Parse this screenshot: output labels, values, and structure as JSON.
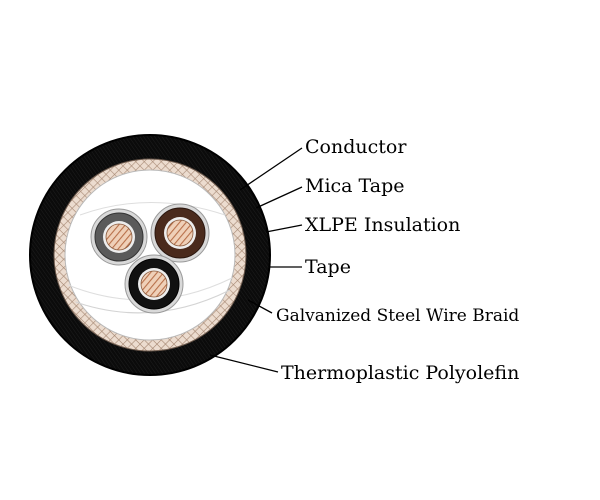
{
  "diagram": {
    "labels": {
      "conductor": "Conductor",
      "mica_tape": "Mica Tape",
      "xlpe_insulation": "XLPE Insulation",
      "tape": "Tape",
      "braid": "Galvanized Steel Wire Braid",
      "sheath": "Thermoplastic Polyolefin"
    },
    "colors": {
      "outer_sheath": "#0b0b0b",
      "braid": "#e8d6c8",
      "braid_hatch": "#9a7d6a",
      "copper": "#c8865f",
      "core_grey": "#555555",
      "core_brown": "#4a2a1c",
      "core_black": "#111111",
      "mica": "#e8e8e8"
    }
  }
}
